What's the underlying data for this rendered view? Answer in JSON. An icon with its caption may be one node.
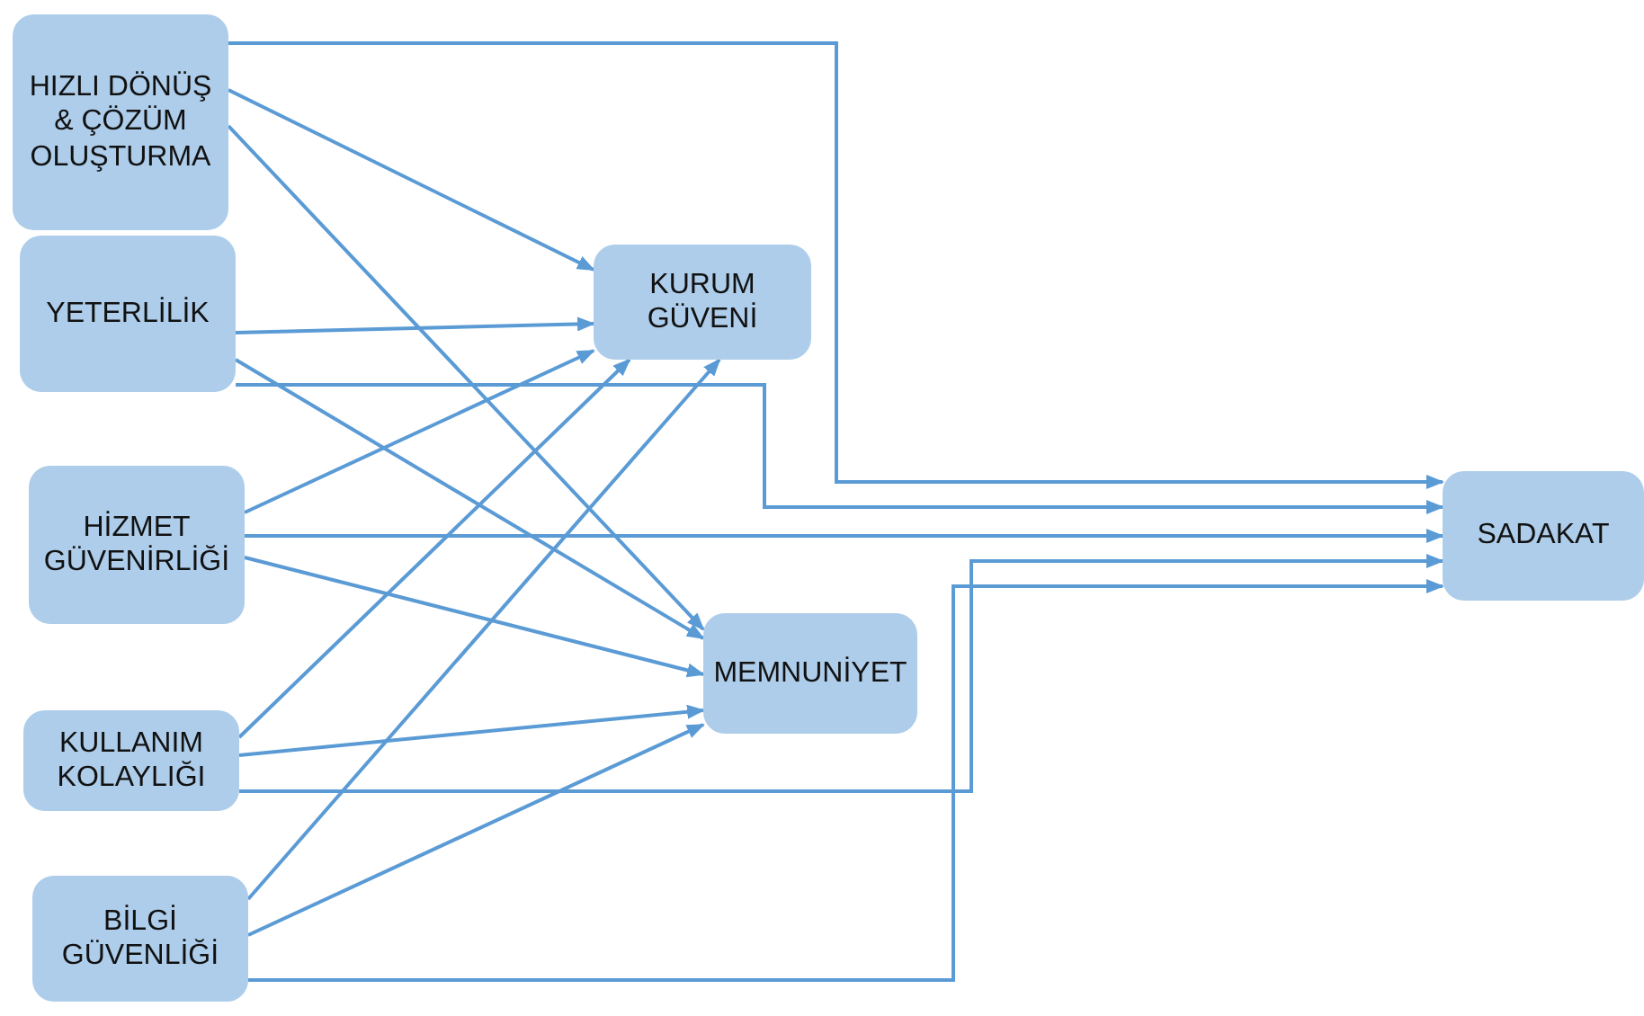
{
  "diagram": {
    "nodes": [
      {
        "text": [
          "HIZLI DÖNÜŞ & ÇÖZÜM OLUŞTURMA"
        ]
      },
      {
        "text": [
          "YETERLİLİK"
        ]
      },
      {
        "text": [
          "HİZMET GÜVENİRLİĞİ"
        ]
      },
      {
        "text": [
          "KULLANIM KOLAYLIĞI"
        ]
      },
      {
        "text": [
          "BİLGİ GÜVENLİĞİ"
        ]
      },
      {
        "text": [
          "KURUM GÜVENİ"
        ]
      },
      {
        "text": [
          "MEMNUNİYET"
        ]
      },
      {
        "text": [
          "SADAKAT"
        ]
      }
    ],
    "edges": [
      {
        "from": 0,
        "to": 5,
        "arrow": "to"
      },
      {
        "from": 0,
        "to": 6,
        "arrow": "to"
      },
      {
        "from": 0,
        "to": 7,
        "arrow": "to"
      },
      {
        "from": 1,
        "to": 5,
        "arrow": "to"
      },
      {
        "from": 1,
        "to": 6,
        "arrow": "to"
      },
      {
        "from": 1,
        "to": 7,
        "arrow": "to"
      },
      {
        "from": 2,
        "to": 5,
        "arrow": "to"
      },
      {
        "from": 2,
        "to": 6,
        "arrow": "to"
      },
      {
        "from": 2,
        "to": 7,
        "arrow": "to"
      },
      {
        "from": 3,
        "to": 5,
        "arrow": "to"
      },
      {
        "from": 3,
        "to": 6,
        "arrow": "to"
      },
      {
        "from": 3,
        "to": 7,
        "arrow": "to"
      },
      {
        "from": 4,
        "to": 5,
        "arrow": "to"
      },
      {
        "from": 4,
        "to": 6,
        "arrow": "to"
      },
      {
        "from": 4,
        "to": 7,
        "arrow": "to"
      }
    ]
  }
}
